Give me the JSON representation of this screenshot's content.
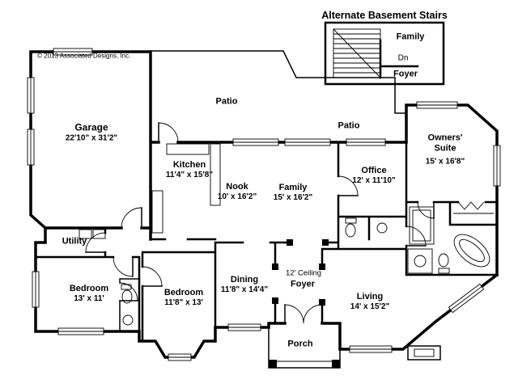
{
  "page": {
    "background": "#ffffff",
    "line_color": "#000000"
  },
  "copyright": "© 2013 Associated Designs, Inc.",
  "inset": {
    "title": "Alternate Basement Stairs",
    "family_label": "Family",
    "down_label": "Dn",
    "foyer_label": "Foyer"
  },
  "rooms": {
    "garage": {
      "name": "Garage",
      "dims": "22'10\" x 31'2\""
    },
    "patio_upper": {
      "name": "Patio"
    },
    "patio_lower": {
      "name": "Patio"
    },
    "kitchen": {
      "name": "Kitchen",
      "dims": "11'4\" x 15'8\""
    },
    "nook": {
      "name": "Nook",
      "dims": "10' x 16'2\""
    },
    "family": {
      "name": "Family",
      "dims": "15' x 16'2\""
    },
    "office": {
      "name": "Office",
      "dims": "12' x 11'10\""
    },
    "owners_suite": {
      "name": "Owners' Suite",
      "dims": "15' x 16'8\""
    },
    "utility": {
      "name": "Utility"
    },
    "bedroom_left": {
      "name": "Bedroom",
      "dims": "13' x 11'"
    },
    "bedroom_middle": {
      "name": "Bedroom",
      "dims": "11'8\" x 13'"
    },
    "dining": {
      "name": "Dining",
      "dims": "11'8\" x 14'4\""
    },
    "foyer": {
      "name": "Foyer",
      "note": "12' Ceiling"
    },
    "living": {
      "name": "Living",
      "dims": "14' x 15'2\""
    },
    "porch": {
      "name": "Porch"
    }
  }
}
